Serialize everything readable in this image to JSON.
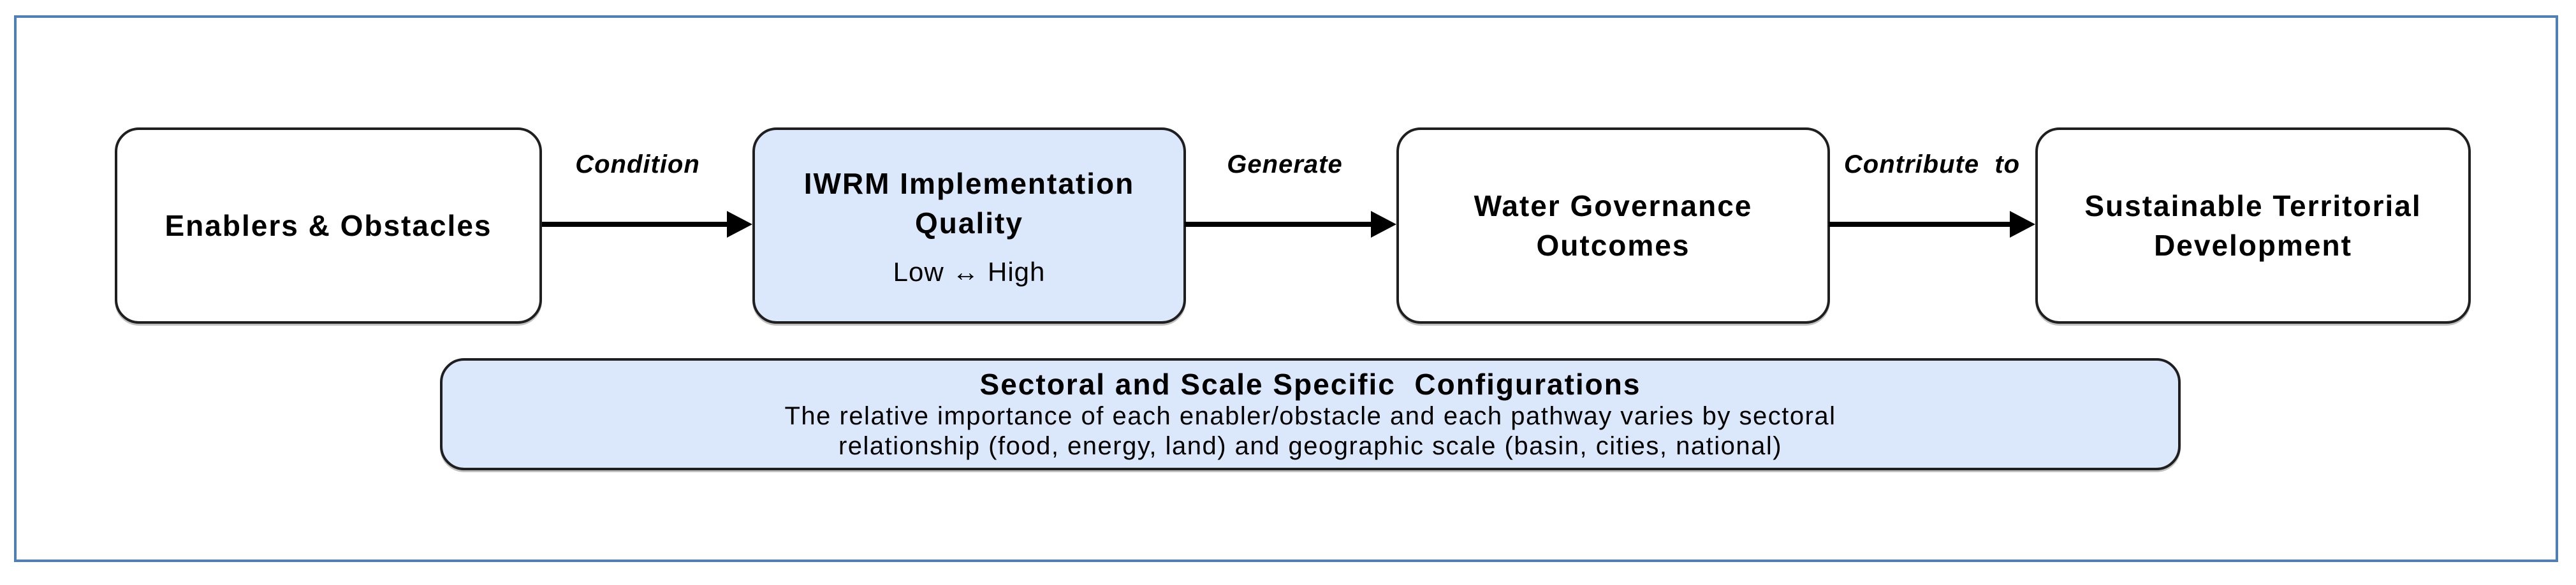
{
  "diagram": {
    "boxes": [
      {
        "id": "enablers-obstacles",
        "label": "Enablers & Obstacles",
        "fill": "#ffffff"
      },
      {
        "id": "iwrm-implementation-quality",
        "label": "IWRM Implementation Quality",
        "subtitle": "Low ↔ High",
        "fill": "#dbe8fb"
      },
      {
        "id": "water-governance-outcomes",
        "label": "Water Governance Outcomes",
        "fill": "#ffffff"
      },
      {
        "id": "sustainable-territorial-development",
        "label": "Sustainable Territorial Development",
        "fill": "#ffffff"
      }
    ],
    "arrows": [
      {
        "label": "Condition"
      },
      {
        "label": "Generate"
      },
      {
        "label": "Contribute  to"
      }
    ],
    "config_box": {
      "title": "Sectoral and Scale Specific  Configurations",
      "line1": "The relative importance of each enabler/obstacle and each pathway varies by sectoral",
      "line2": "relationship (food, energy, land) and geographic scale (basin, cities, national)"
    },
    "colors": {
      "accent_fill": "#dbe8fb",
      "frame_border": "#4e7fb6",
      "box_border": "#1f1f1f",
      "arrow_color": "#000000"
    }
  }
}
